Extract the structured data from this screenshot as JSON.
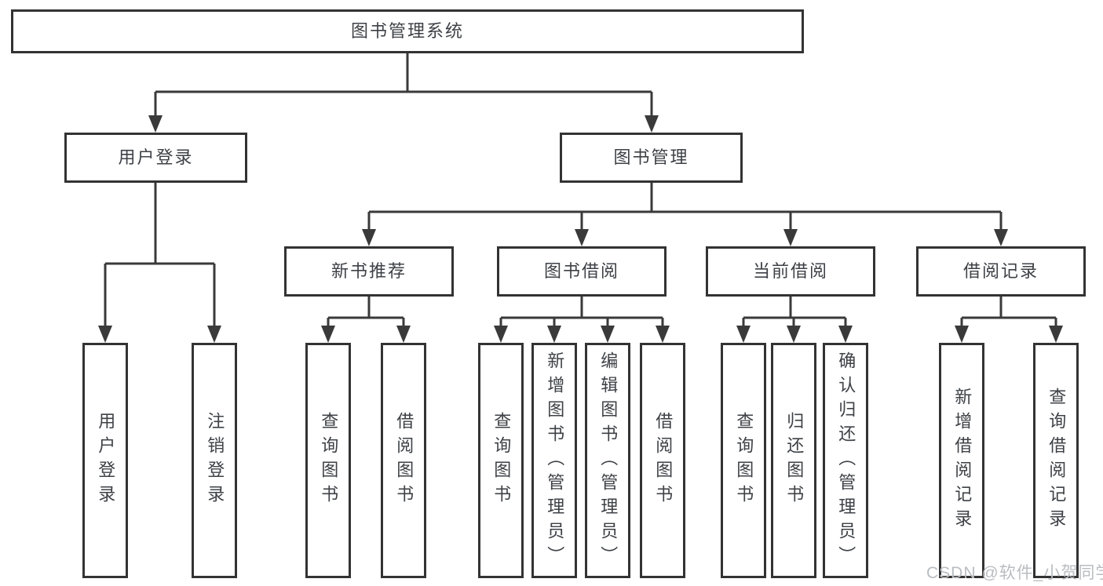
{
  "diagram": {
    "root": {
      "label": "图书管理系统"
    },
    "level2": [
      {
        "label": "用户登录"
      },
      {
        "label": "图书管理"
      }
    ],
    "level3": [
      {
        "label": "新书推荐",
        "parent": "图书管理"
      },
      {
        "label": "图书借阅",
        "parent": "图书管理"
      },
      {
        "label": "当前借阅",
        "parent": "图书管理"
      },
      {
        "label": "借阅记录",
        "parent": "图书管理"
      }
    ],
    "level4": [
      {
        "label": "用户登录",
        "parent": "用户登录"
      },
      {
        "label": "注销登录",
        "parent": "用户登录"
      },
      {
        "label": "查询图书",
        "parent": "新书推荐"
      },
      {
        "label": "借阅图书",
        "parent": "新书推荐"
      },
      {
        "label": "查询图书",
        "parent": "图书借阅"
      },
      {
        "label": "新增图书（管理员）",
        "parent": "图书借阅"
      },
      {
        "label": "编辑图书（管理员）",
        "parent": "图书借阅"
      },
      {
        "label": "借阅图书",
        "parent": "图书借阅"
      },
      {
        "label": "查询图书",
        "parent": "当前借阅"
      },
      {
        "label": "归还图书",
        "parent": "当前借阅"
      },
      {
        "label": "确认归还（管理员）",
        "parent": "当前借阅"
      },
      {
        "label": "新增借阅记录",
        "parent": "借阅记录"
      },
      {
        "label": "查询借阅记录",
        "parent": "借阅记录"
      }
    ]
  },
  "watermark": {
    "text": "CSDN @软件_小贺同学"
  },
  "colors": {
    "background": "#ffffff",
    "node_border": "#333333",
    "line": "#3a3a3a",
    "text": "#3d4146",
    "watermark": "#b9bdc1"
  }
}
